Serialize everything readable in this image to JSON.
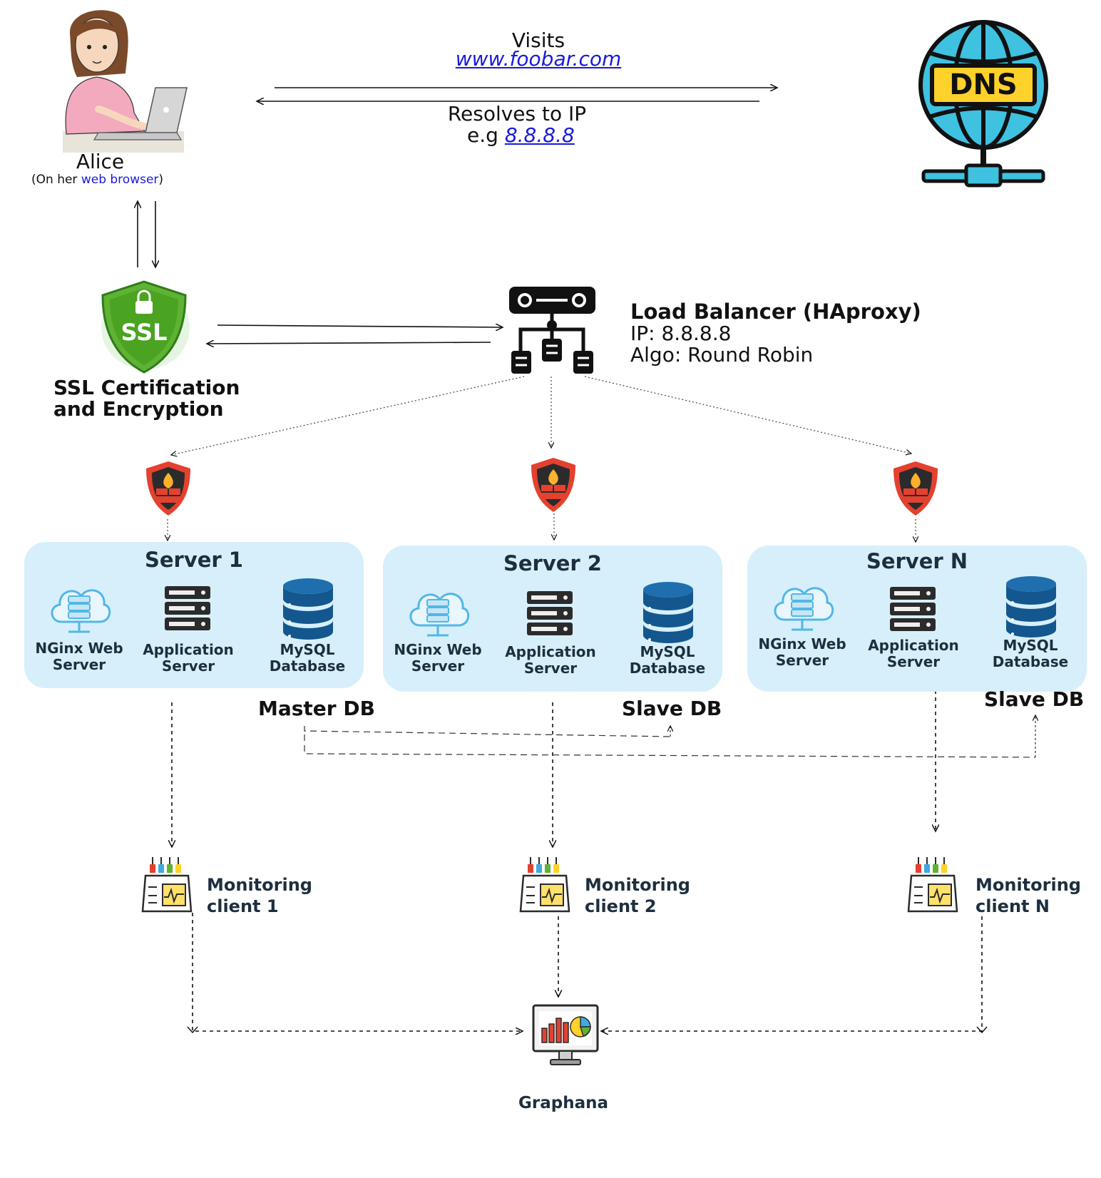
{
  "user": {
    "name": "Alice",
    "note_prefix": "(On her ",
    "note_link": "web browser",
    "note_suffix": ")"
  },
  "dns": {
    "visits_label": "Visits",
    "domain": "www.foobar.com",
    "resolves_label": "Resolves to IP",
    "eg_label": "e.g",
    "ip": "8.8.8.8",
    "icon_text": "DNS"
  },
  "ssl": {
    "icon_text": "SSL",
    "title_line1": "SSL Certification",
    "title_line2": "and Encryption"
  },
  "load_balancer": {
    "title": "Load Balancer (HAproxy)",
    "ip_line": "IP: 8.8.8.8",
    "algo_line": "Algo: Round Robin"
  },
  "servers": [
    {
      "title": "Server 1",
      "components": [
        {
          "line1": "NGinx Web",
          "line2": "Server"
        },
        {
          "line1": "Application",
          "line2": "Server"
        },
        {
          "line1": "MySQL",
          "line2": "Database"
        }
      ]
    },
    {
      "title": "Server 2",
      "components": [
        {
          "line1": "NGinx Web",
          "line2": "Server"
        },
        {
          "line1": "Application",
          "line2": "Server"
        },
        {
          "line1": "MySQL",
          "line2": "Database"
        }
      ]
    },
    {
      "title": "Server N",
      "components": [
        {
          "line1": "NGinx Web",
          "line2": "Server"
        },
        {
          "line1": "Application",
          "line2": "Server"
        },
        {
          "line1": "MySQL",
          "line2": "Database"
        }
      ]
    }
  ],
  "db_roles": {
    "master": "Master DB",
    "slave_2": "Slave DB",
    "slave_n": "Slave DB"
  },
  "monitoring": [
    {
      "line1": "Monitoring",
      "line2": "client 1"
    },
    {
      "line1": "Monitoring",
      "line2": "client 2"
    },
    {
      "line1": "Monitoring",
      "line2": "client N"
    }
  ],
  "dashboard": {
    "label": "Graphana"
  },
  "colors": {
    "server_box": "#d6effb",
    "label_navy": "#1d2f3f",
    "link_blue": "#1a1adb",
    "ssl_green": "#5fb233",
    "firewall_red": "#e4412f",
    "dns_cyan": "#3fc1e0",
    "dns_yellow": "#ffd12b"
  },
  "icons": [
    "user-at-laptop-icon",
    "dns-globe-icon",
    "ssl-shield-icon",
    "load-balancer-icon",
    "firewall-icon",
    "cloud-server-icon",
    "server-rack-icon",
    "database-icon",
    "monitoring-device-icon",
    "dashboard-monitor-icon"
  ]
}
